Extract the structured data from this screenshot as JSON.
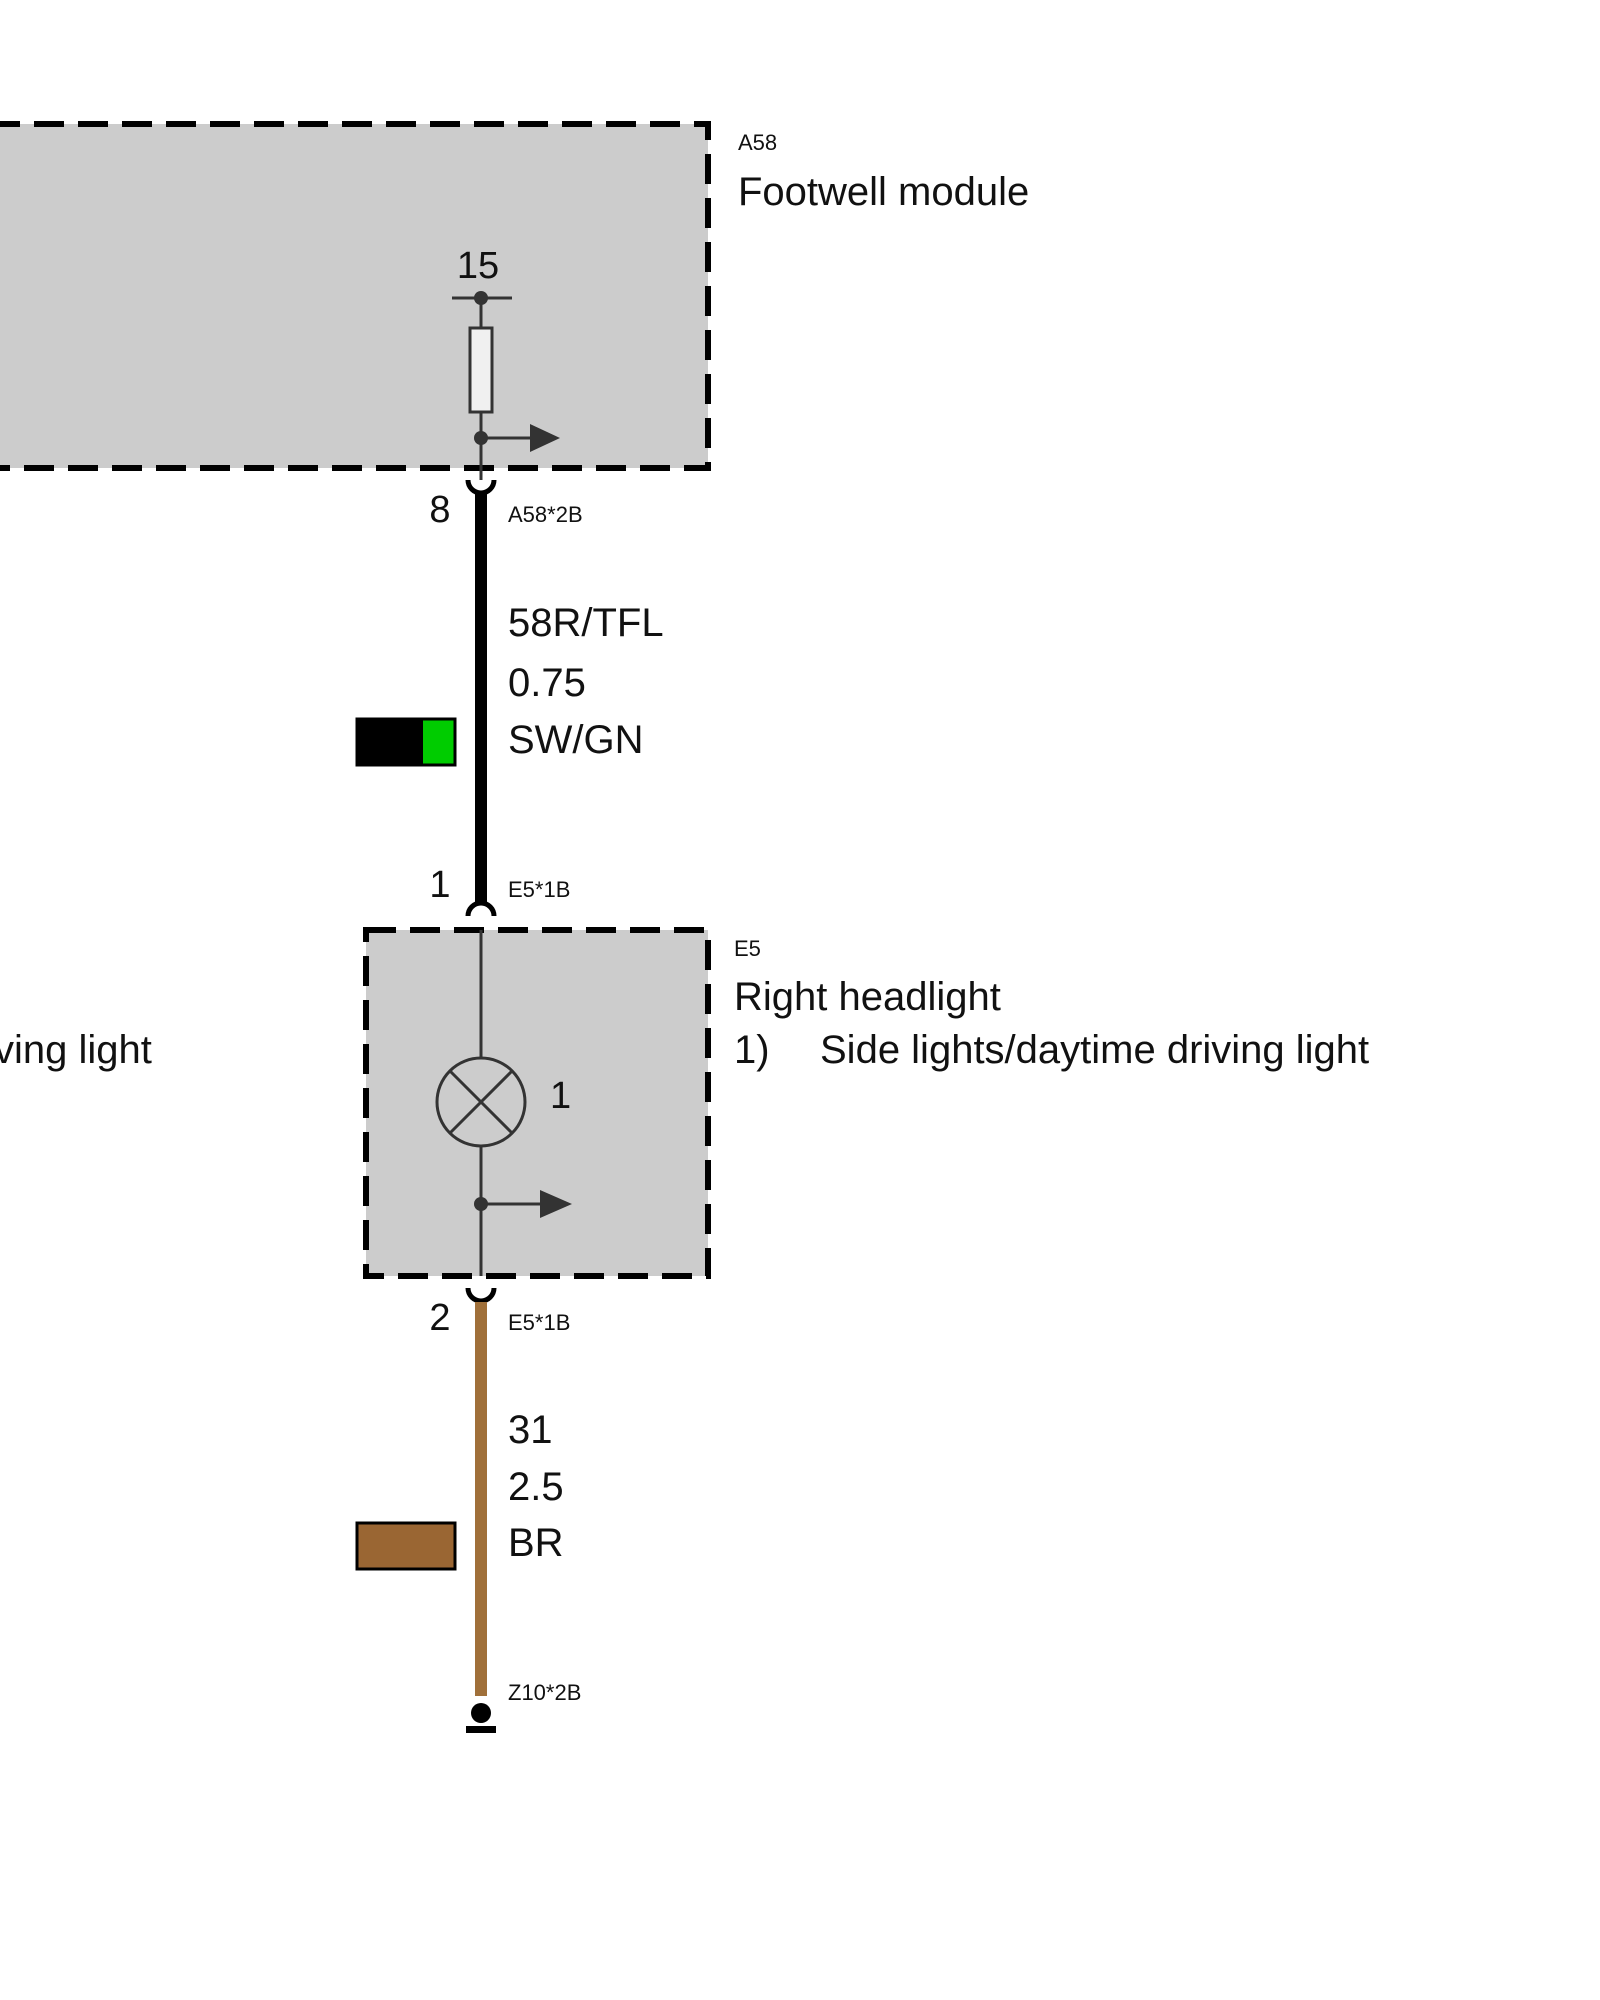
{
  "components": {
    "footwell_module": {
      "id": "A58",
      "name": "Footwell module",
      "fuse_terminal": "15"
    },
    "right_headlight": {
      "id": "E5",
      "name": "Right headlight",
      "note_number": "1)",
      "note_text": "Side lights/daytime driving light",
      "bulb_label": "1"
    },
    "left_cut_text": "ving light"
  },
  "wires": {
    "upper": {
      "pin_top": "8",
      "connector_top": "A58*2B",
      "signal": "58R/TFL",
      "size": "0.75",
      "color_code": "SW/GN",
      "pin_bottom": "1",
      "connector_bottom": "E5*1B",
      "swatch_colors": [
        "#000000",
        "#00cc00"
      ]
    },
    "lower": {
      "pin_top": "2",
      "connector_top": "E5*1B",
      "signal": "31",
      "size": "2.5",
      "color_code": "BR",
      "ground": "Z10*2B",
      "wire_color": "#a0703a",
      "swatch_colors": [
        "#9a6633"
      ]
    }
  },
  "colors": {
    "box_fill": "#cccccc",
    "wire_black": "#000000"
  }
}
